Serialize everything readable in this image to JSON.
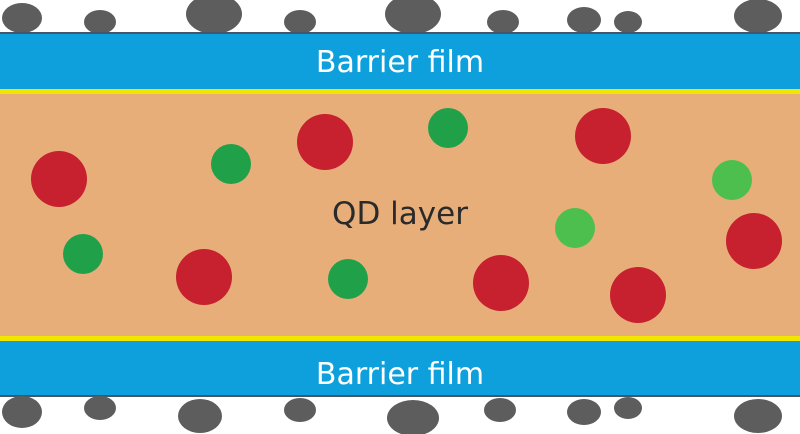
{
  "diagram": {
    "top_film_label": "Barrier film",
    "core_label": "QD layer",
    "bottom_film_label": "Barrier film"
  },
  "colors": {
    "barrier_film": "#0ea0dd",
    "film_edge": "#45566a",
    "interface_line": "#f2e600",
    "qd_layer": "#e8ae7a",
    "red_dot": "#c7202f",
    "dark_green_dot": "#21a04a",
    "light_green_dot": "#4cbf4f",
    "bead": "#5d5d5d",
    "label_white": "#ffffff",
    "label_dark": "#2a2a2a"
  },
  "components": [
    "barrier film",
    "QD layer",
    "barrier film"
  ]
}
